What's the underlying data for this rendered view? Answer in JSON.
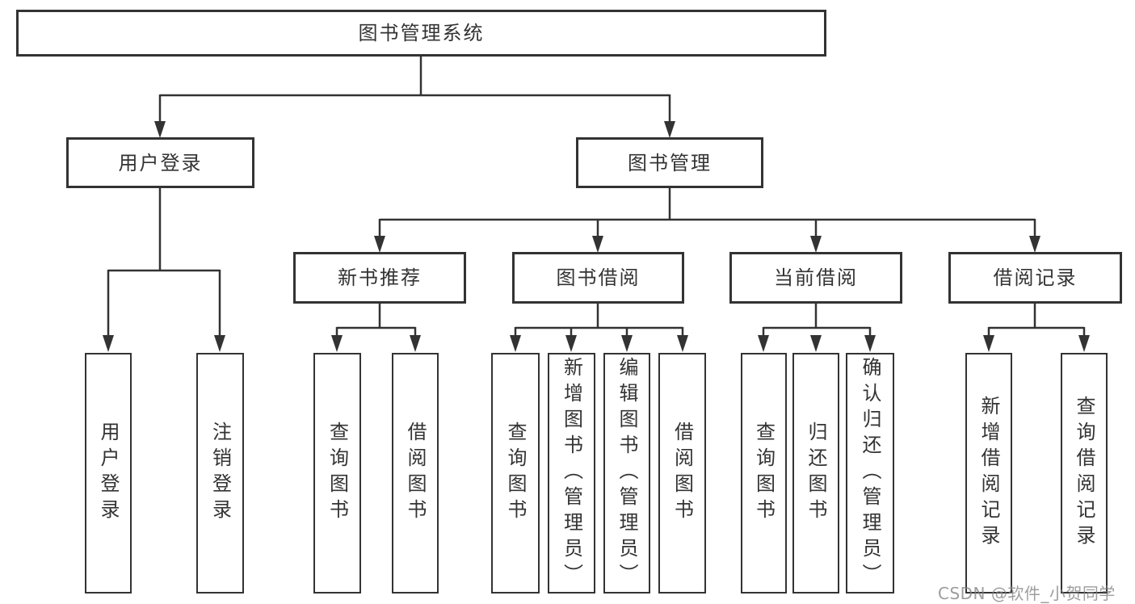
{
  "page": {
    "background": "#ffffff",
    "line_color": "#333333",
    "text_color": "#333333",
    "watermark": "CSDN @软件_小贺同学"
  },
  "tree": {
    "root": {
      "label": "图书管理系统"
    },
    "branches": [
      {
        "label": "用户登录",
        "children": [
          {
            "label": "用户登录"
          },
          {
            "label": "注销登录"
          }
        ]
      },
      {
        "label": "图书管理",
        "children": [
          {
            "label": "新书推荐",
            "children": [
              {
                "label": "查询图书"
              },
              {
                "label": "借阅图书"
              }
            ]
          },
          {
            "label": "图书借阅",
            "children": [
              {
                "label": "查询图书"
              },
              {
                "label": "新增图书（管理员）"
              },
              {
                "label": "编辑图书（管理员）"
              },
              {
                "label": "借阅图书"
              }
            ]
          },
          {
            "label": "当前借阅",
            "children": [
              {
                "label": "查询图书"
              },
              {
                "label": "归还图书"
              },
              {
                "label": "确认归还（管理员）"
              }
            ]
          },
          {
            "label": "借阅记录",
            "children": [
              {
                "label": "新增借阅记录"
              },
              {
                "label": "查询借阅记录"
              }
            ]
          }
        ]
      }
    ]
  }
}
